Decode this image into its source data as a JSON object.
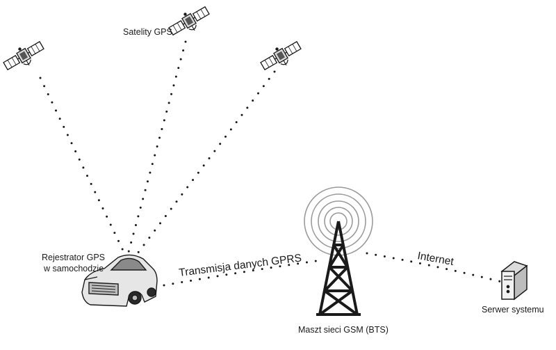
{
  "labels": {
    "satellites": "Satelity GPS",
    "car_line1": "Rejestrator GPS",
    "car_line2": "w samochodzie",
    "gprs": "Transmisja danych GPRS",
    "internet": "Internet",
    "tower": "Maszt sieci GSM (BTS)",
    "server": "Serwer systemu"
  },
  "icons": [
    "satellite-icon",
    "car-icon",
    "gsm-tower-icon",
    "signal-waves-icon",
    "server-icon"
  ],
  "colors": {
    "ink": "#1a1a1a",
    "background": "#ffffff"
  }
}
